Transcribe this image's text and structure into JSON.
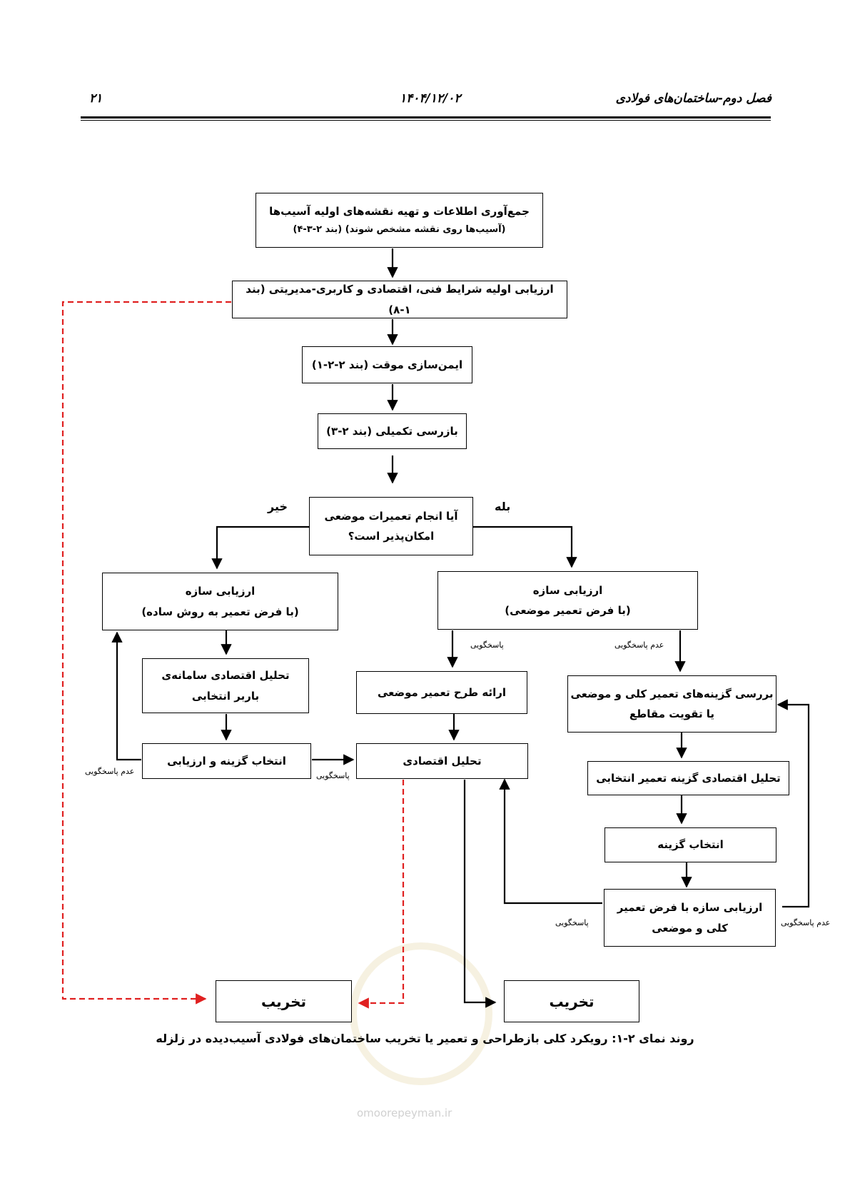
{
  "header": {
    "page_number": "۲۱",
    "date": "۱۴۰۴/۱۲/۰۲",
    "chapter": "فصل دوم-ساختمان‌های فولادی"
  },
  "boxes": {
    "collect": {
      "line1": "جمع‌آوری اطلاعات و تهیه نقشه‌های اولیه آسیب‌ها",
      "line2": "(آسیب‌ها روی نقشه مشخص شوند) (بند ۲-۳-۴)"
    },
    "initial_eval": "ارزیابی اولیه شرایط فنی، اقتصادی و کاربری-مدیریتی (بند ۱-۸)",
    "temp_safety": "ایمن‌سازی موقت (بند ۲-۲-۱)",
    "supp_inspection": "بازرسی تکمیلی (بند ۲-۳)",
    "decision": {
      "line1": "آیا انجام تعمیرات موضعی",
      "line2": "امکان‌پذیر است؟"
    },
    "eval_simple": {
      "line1": "ارزیابی سازه",
      "line2": "(با فرض تعمیر به روش ساده)"
    },
    "eval_local": {
      "line1": "ارزیابی سازه",
      "line2": "(با فرض تعمیر موضعی)"
    },
    "econ_system": {
      "line1": "تحلیل اقتصادی سامانه‌ی",
      "line2": "باربر انتخابی"
    },
    "present_plan": "ارائه طرح تعمیر موضعی",
    "review_options": {
      "line1": "بررسی گزینه‌های تعمیر کلی و موضعی",
      "line2": "یا تقویت مقاطع"
    },
    "select_eval": "انتخاب گزینه و ارزیابی",
    "econ_analysis": "تحلیل اقتصادی",
    "econ_option": "تحلیل اقتصادی گزینه تعمیر انتخابی",
    "select_option": "انتخاب گزینه",
    "eval_general": {
      "line1": "ارزیابی سازه با فرض تعمیر",
      "line2": "کلی و موضعی"
    },
    "demolish_left": "تخریب",
    "demolish_right": "تخریب"
  },
  "labels": {
    "no": "خیر",
    "yes": "بله",
    "respond_1": "پاسخگویی",
    "not_respond_1": "عدم پاسخگویی",
    "not_respond_2": "عدم پاسخگویی",
    "respond_2": "پاسخگویی",
    "respond_3": "پاسخگویی",
    "not_respond_3": "عدم پاسخگویی"
  },
  "caption": "روند نمای ۲-۱: رویکرد کلی بازطراحی و تعمیر یا تخریب ساختمان‌های فولادی آسیب‌دیده در زلزله",
  "watermark": "omoorepeyman.ir",
  "colors": {
    "line": "#000000",
    "dashed": "#e02020"
  }
}
